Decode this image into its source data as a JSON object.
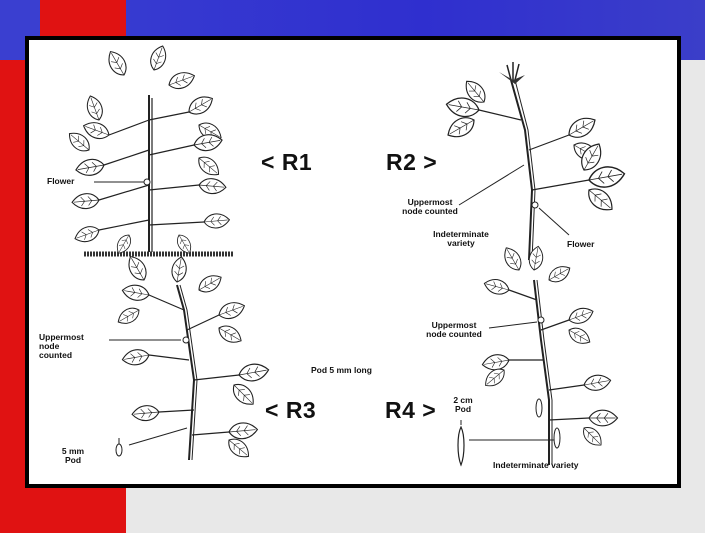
{
  "colors": {
    "background": "#e8e8e8",
    "top_band": "#3a3fd0",
    "left_band": "#e01212",
    "frame_border": "#000000",
    "slide": "#ffffff"
  },
  "stages": {
    "r1": "< R1",
    "r2": "R2 >",
    "r3": "< R3",
    "r4": "R4 >"
  },
  "labels": {
    "flower_r1": "Flower",
    "uppermost_node_r2_line1": "Uppermost",
    "uppermost_node_r2_line2": "node counted",
    "indeterminate_r2_line1": "Indeterminate",
    "indeterminate_r2_line2": "variety",
    "flower_r2": "Flower",
    "uppermost_r3_line1": "Uppermost",
    "uppermost_r3_line2": "node",
    "uppermost_r3_line3": "counted",
    "pod_5mm_long": "Pod 5 mm long",
    "pod_r3_line1": "5 mm",
    "pod_r3_line2": "Pod",
    "uppermost_r4_line1": "Uppermost",
    "uppermost_r4_line2": "node counted",
    "pod_r4_line1": "2 cm",
    "pod_r4_line2": "Pod",
    "indeterminate_r4": "Indeterminate variety"
  },
  "icons": [
    "plant-r1-illustration",
    "plant-r2-illustration",
    "plant-r3-illustration",
    "plant-r4-illustration",
    "pod-5mm-icon",
    "pod-2cm-icon"
  ]
}
